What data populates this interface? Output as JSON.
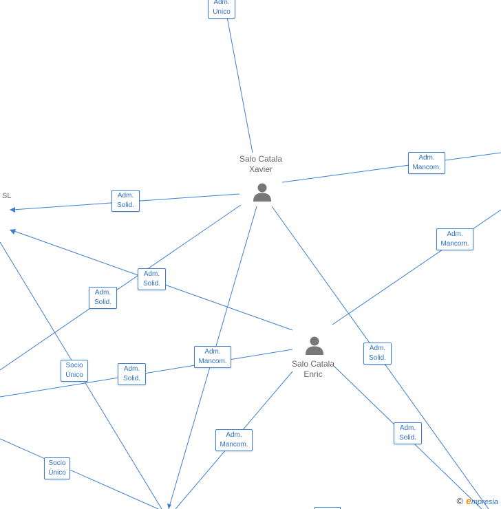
{
  "persons": {
    "xavier": {
      "line1": "Salo Catala",
      "line2": "Xavier"
    },
    "enric": {
      "line1": "Salo Catala",
      "line2": "Enric"
    }
  },
  "companies": {
    "sl": {
      "label": "SL"
    }
  },
  "roles": {
    "r01": {
      "line1": "Adm.",
      "line2": "Unico"
    },
    "r02": {
      "line1": "Adm.",
      "line2": "Mancom."
    },
    "r03": {
      "line1": "Adm.",
      "line2": "Solid."
    },
    "r04": {
      "line1": "Adm.",
      "line2": "Mancom."
    },
    "r05": {
      "line1": "Adm.",
      "line2": "Solid."
    },
    "r06": {
      "line1": "Adm.",
      "line2": "Solid."
    },
    "r07": {
      "line1": "Adm.",
      "line2": "Mancom."
    },
    "r08": {
      "line1": "Socio",
      "line2": "Único"
    },
    "r09": {
      "line1": "Adm.",
      "line2": "Solid."
    },
    "r10": {
      "line1": "Adm.",
      "line2": "Solid."
    },
    "r11": {
      "line1": "Adm.",
      "line2": "Solid."
    },
    "r12": {
      "line1": "Adm.",
      "line2": "Mancom."
    },
    "r13": {
      "line1": "Socio",
      "line2": "Único"
    }
  },
  "watermark": {
    "copyright": "©",
    "brand_first": "e",
    "brand_rest": "mpresia"
  },
  "colors": {
    "edge": "#3d7fd0",
    "box_text": "#2e6fc4",
    "person_icon": "#777777",
    "brand_orange": "#f08c1a"
  }
}
